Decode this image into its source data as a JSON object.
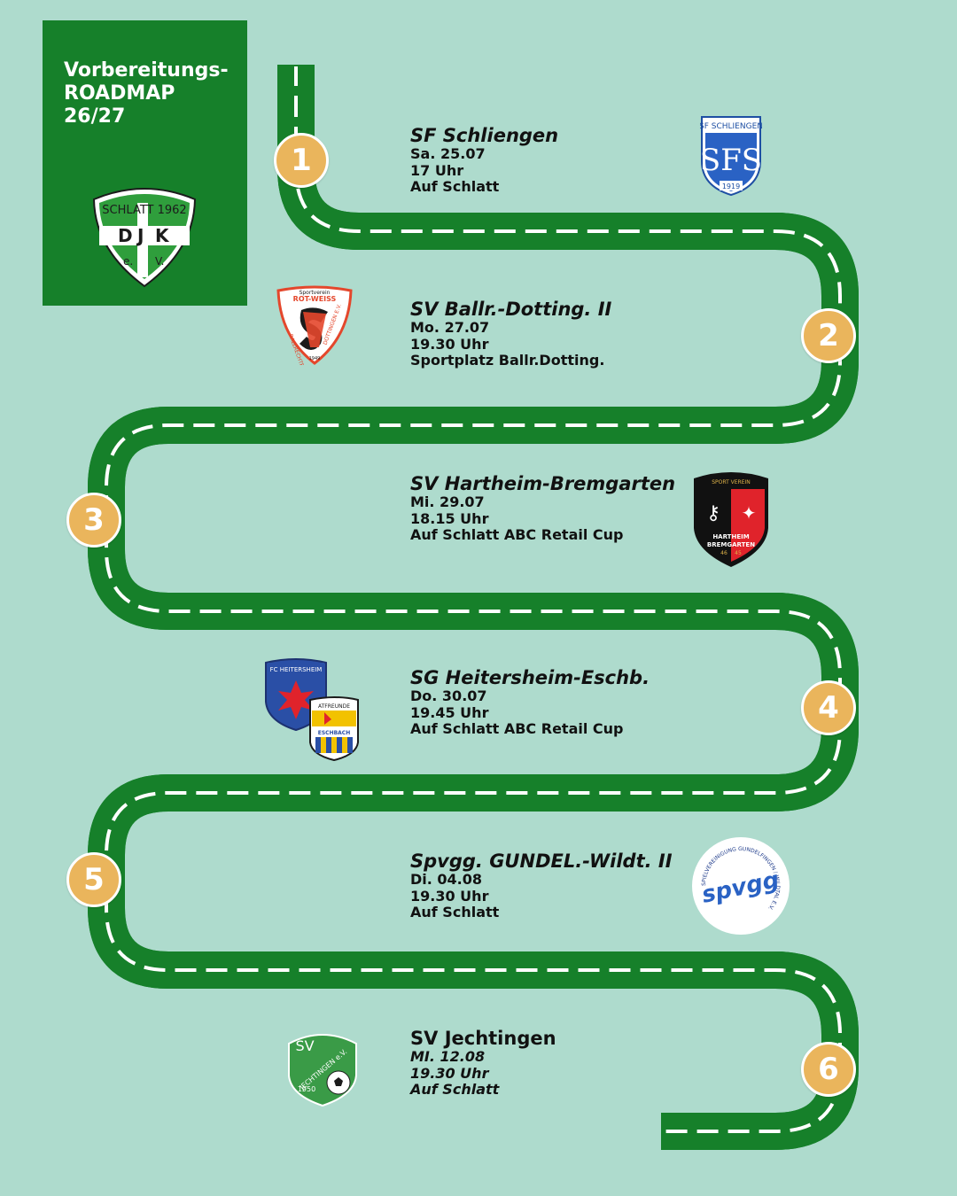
{
  "header": {
    "title_line1": "Vorbereitungs-",
    "title_line2": "ROADMAP",
    "title_line3": "26/27",
    "logo_text": {
      "top": "SCHLATT 1962",
      "left": "e.",
      "right": "V."
    }
  },
  "colors": {
    "background": "#aedbcd",
    "road": "#16802a",
    "marker": "#eab55c",
    "dashes": "#ffffff"
  },
  "stops": [
    {
      "number": "1",
      "team": "SF Schliengen",
      "date": "Sa. 25.07",
      "time": "17 Uhr",
      "venue": "Auf Schlatt",
      "logo": {
        "icon": "sf-schliengen-crest-icon",
        "top": "SF SCHLIENGEN",
        "mark": "SFS",
        "year": "1919"
      }
    },
    {
      "number": "2",
      "team": "SV Ballr.-Dotting. II",
      "date": "Mo. 27.07",
      "time": "19.30 Uhr",
      "venue": "Sportplatz Ballr.Dotting.",
      "logo": {
        "icon": "rot-weiss-crest-icon",
        "top": "Sportverein",
        "sub": "ROT-WEISS",
        "left": "BALLRECHTEN",
        "right": "DOTTINGEN E.V.",
        "year": "1949"
      }
    },
    {
      "number": "3",
      "team": "SV Hartheim-Bremgarten",
      "date": "Mi. 29.07",
      "time": "18.15 Uhr",
      "venue": "Auf Schlatt ABC Retail Cup",
      "logo": {
        "icon": "hartheim-crest-icon",
        "top": "SPORT VEREIN",
        "line1": "HARTHEIM",
        "line2": "BREMGARTEN",
        "year_left": "46",
        "year_right": "45"
      }
    },
    {
      "number": "4",
      "team": "SG Heitersheim-Eschb.",
      "date": "Do. 30.07",
      "time": "19.45 Uhr",
      "venue": "Auf Schlatt ABC Retail Cup",
      "logo": {
        "icon": "heitersheim-eschbach-crests-icon",
        "top": "FC HEITERSHEIM",
        "second": "ATFREUNDE",
        "third": "ESCHBACH"
      }
    },
    {
      "number": "5",
      "team": "Spvgg. GUNDEL.-Wildt. II",
      "date": "Di. 04.08",
      "time": "19.30 Uhr",
      "venue": "Auf Schlatt",
      "logo": {
        "icon": "spvgg-gundelfingen-logo-icon",
        "mark": "spvgg",
        "ring": "SPIELVEREINIGUNG GUNDELFINGEN / WILDTAL E.V."
      }
    },
    {
      "number": "6",
      "team": "SV Jechtingen",
      "date": "MI. 12.08",
      "time": "19.30 Uhr",
      "venue": "Auf Schlatt",
      "logo": {
        "icon": "sv-jechtingen-crest-icon",
        "mark": "SV",
        "name": "JECHTINGEN e.V.",
        "year": "1950"
      }
    }
  ]
}
